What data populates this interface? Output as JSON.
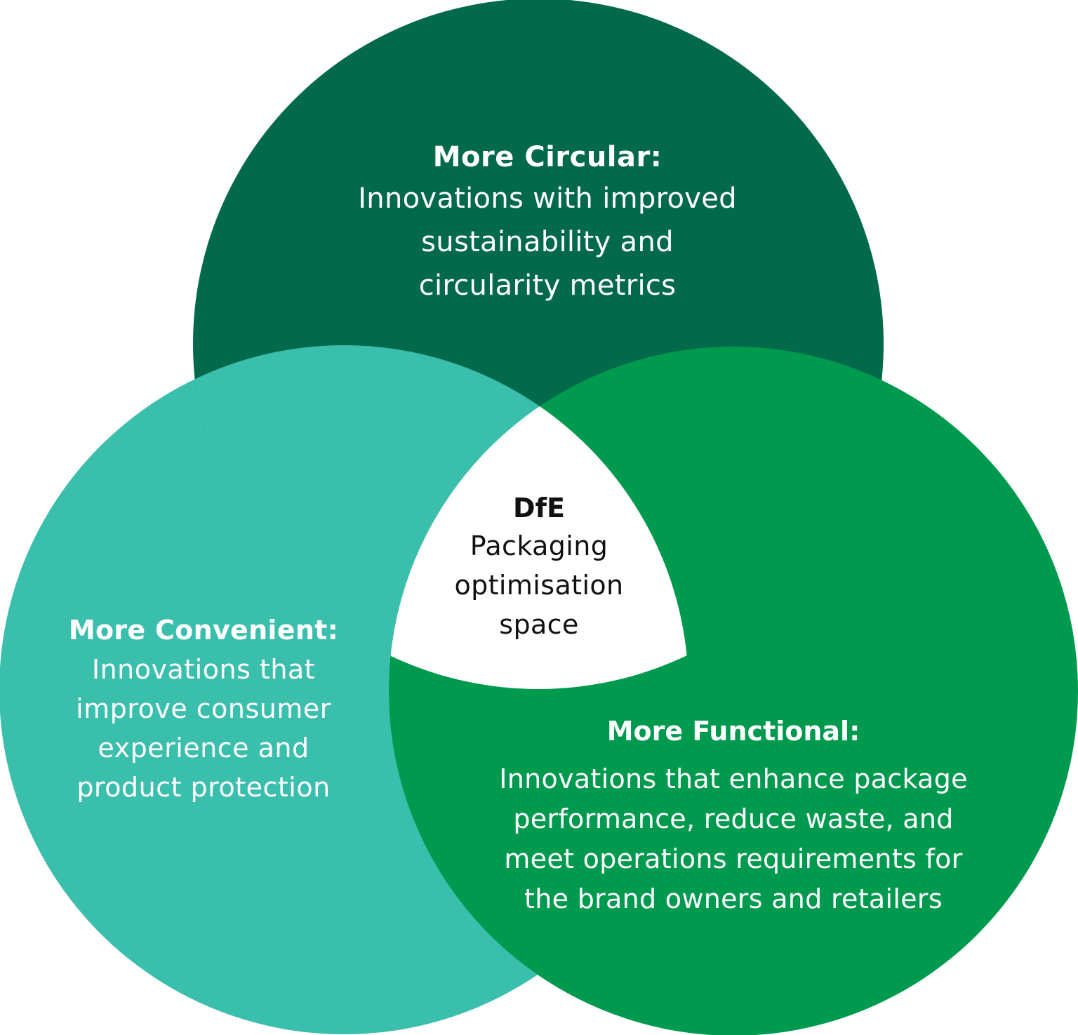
{
  "diagram": {
    "type": "venn",
    "colors": {
      "circular": "#02694B",
      "convenient": "#3BBFAD",
      "functional": "#009A4E",
      "intersection": "#FFFFFF",
      "label_text": "#FFFFFF",
      "center_text": "#111111"
    },
    "circles": {
      "circular": {
        "title": "More Circular:",
        "lines": [
          "Innovations with improved",
          "sustainability and",
          "circularity metrics"
        ]
      },
      "convenient": {
        "title": "More Convenient:",
        "lines": [
          "Innovations that",
          "improve consumer",
          "experience and",
          "product protection"
        ]
      },
      "functional": {
        "title": "More Functional:",
        "lines": [
          "Innovations that enhance package",
          "performance, reduce waste, and",
          "meet operations requirements for",
          "the brand owners and retailers"
        ]
      }
    },
    "center": {
      "title": "DfE",
      "lines": [
        "Packaging",
        "optimisation",
        "space"
      ]
    }
  }
}
